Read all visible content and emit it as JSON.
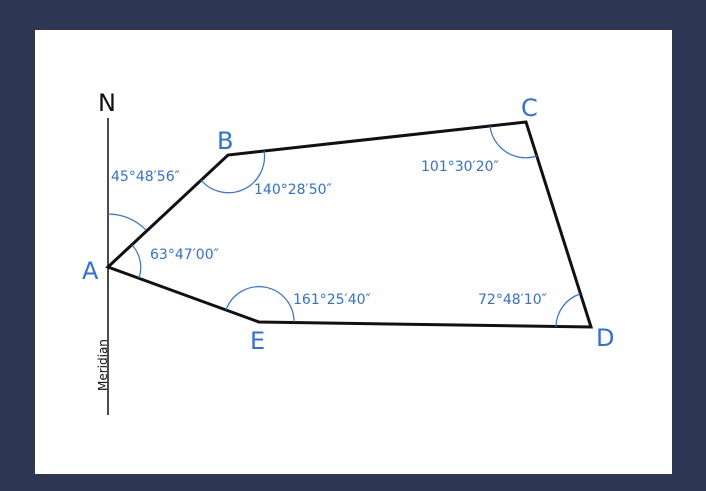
{
  "north_label": "N",
  "meridian_label": "Meridian",
  "vertices": {
    "A": "A",
    "B": "B",
    "C": "C",
    "D": "D",
    "E": "E"
  },
  "angles": {
    "bearing_AB": "45°48′56″",
    "angle_A": "63°47′00″",
    "angle_B": "140°28′50″",
    "angle_C": "101°30′20″",
    "angle_D": "72°48′10″",
    "angle_E": "161°25′40″"
  },
  "colors": {
    "background": "#2d3653",
    "panel": "#ffffff",
    "outline": "#111111",
    "accent": "#2f6fe0"
  }
}
